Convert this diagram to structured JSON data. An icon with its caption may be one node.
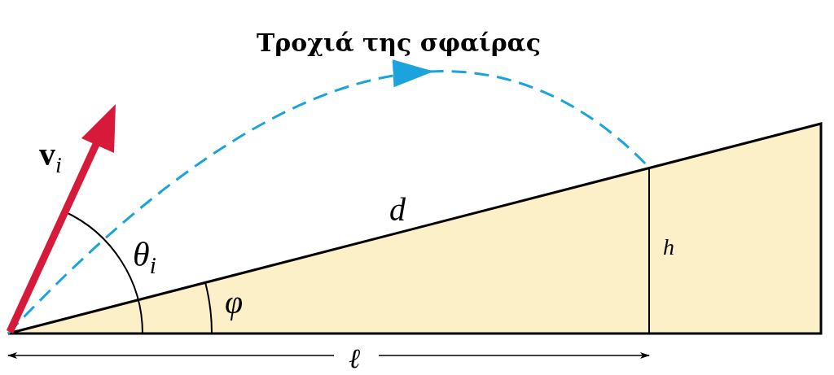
{
  "diagram": {
    "labels": [
      "Τροχιά της σφαίρας",
      "**v**$_{i}$",
      "θ$_{i}$",
      "d",
      "φ",
      "h",
      "ℓ"
    ]
  }
}
